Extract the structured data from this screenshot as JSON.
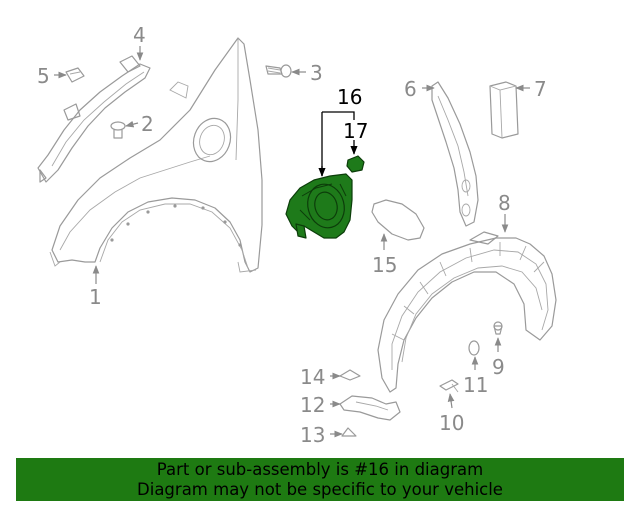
{
  "callouts": {
    "c1": "1",
    "c2": "2",
    "c3": "3",
    "c4": "4",
    "c5": "5",
    "c6": "6",
    "c7": "7",
    "c8": "8",
    "c9": "9",
    "c10": "10",
    "c11": "11",
    "c12": "12",
    "c13": "13",
    "c14": "14",
    "c15": "15",
    "c16": "16",
    "c17": "17"
  },
  "highlighted_part": "16",
  "colors": {
    "highlight": "#1e7a1a",
    "banner": "#1e7a12",
    "linework": "#9a9a9a"
  },
  "banner": {
    "line1": "Part or sub-assembly is #16 in diagram",
    "line2": "Diagram may not be specific to your vehicle"
  }
}
